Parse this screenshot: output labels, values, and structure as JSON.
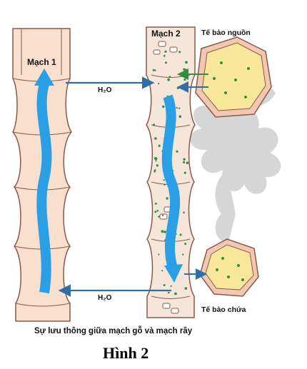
{
  "labels": {
    "vessel_1": "Mạch 1",
    "vessel_2": "Mạch 2",
    "source_cell": "Tế bào nguồn",
    "storage_cell": "Tế bào chứa",
    "water_top": "H₂O",
    "water_bottom": "H₂O"
  },
  "caption": "Sự lưu thông giữa mạch gỗ và mạch rây",
  "figure_title": "Hình 2",
  "colors": {
    "tube_fill": "#f9dfcd",
    "tube_stroke": "#8a5a48",
    "cell_fill": "#f8e79a",
    "cell_wall": "#f3c8b2",
    "flow_arrow": "#2a9fe6",
    "water_arrow": "#2f6fa8",
    "dots": "#2f8f3e",
    "background_plant": "#c9c9c9"
  }
}
